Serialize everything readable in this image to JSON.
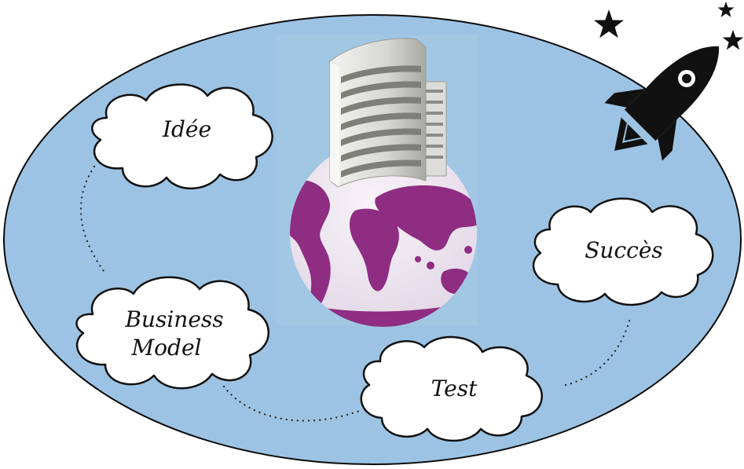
{
  "diagram": {
    "steps": [
      {
        "id": "idee",
        "label": "Idée"
      },
      {
        "id": "business-model",
        "lines": [
          "Business",
          "Model"
        ]
      },
      {
        "id": "test",
        "label": "Test"
      },
      {
        "id": "succes",
        "label": "Succès"
      }
    ],
    "icons": {
      "center": "globe-with-building-icon",
      "corner": "rocket-icon",
      "decoration": "star-icon"
    },
    "colors": {
      "ellipse_fill": "#9cc3e3",
      "ellipse_stroke": "#0a0a0a",
      "cloud_fill": "#ffffff",
      "globe_land": "#8e2d82",
      "globe_ocean": "#ece6f0",
      "building": "#d9d9d6",
      "rocket": "#111111"
    }
  }
}
